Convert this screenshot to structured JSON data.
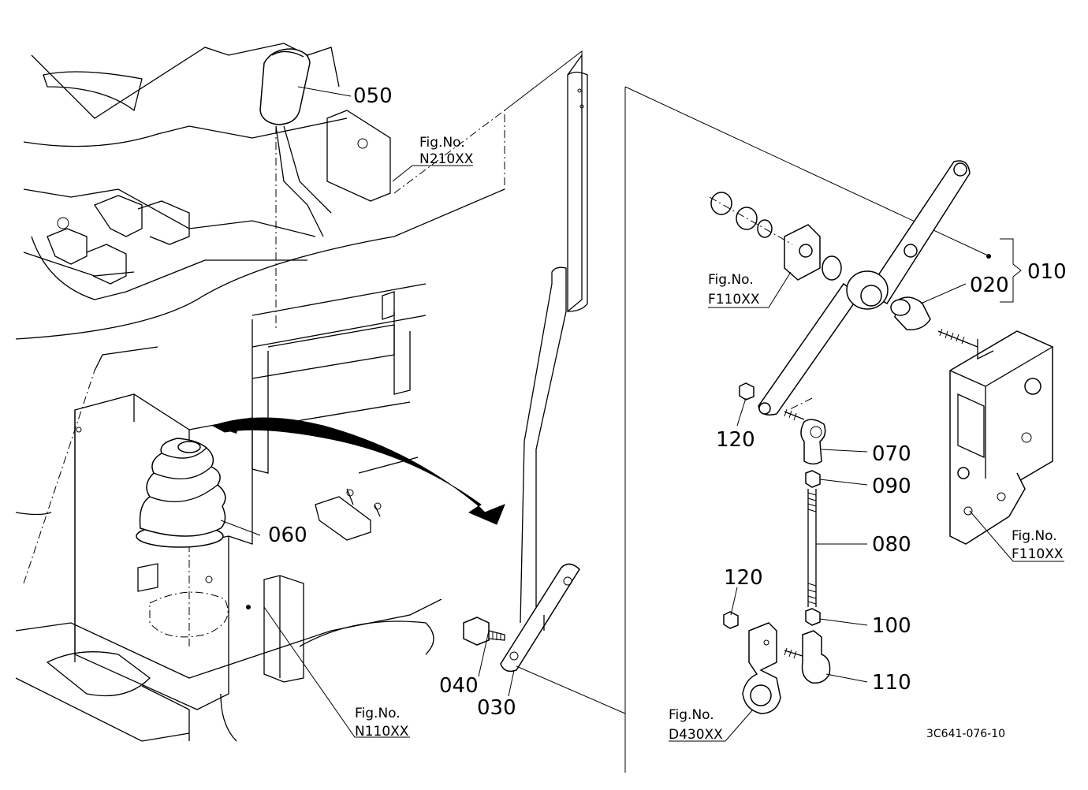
{
  "labels": {
    "p010": "010",
    "p020": "020",
    "p030": "030",
    "p040": "040",
    "p050": "050",
    "p060": "060",
    "p070": "070",
    "p080": "080",
    "p090": "090",
    "p100": "100",
    "p110": "110",
    "p120a": "120",
    "p120b": "120"
  },
  "figure_refs": {
    "n210": {
      "top": "Fig.No.",
      "bottom": "N210XX"
    },
    "n110": {
      "top": "Fig.No.",
      "bottom": "N110XX"
    },
    "f110_upper": {
      "top": "Fig.No.",
      "bottom": "F110XX"
    },
    "f110_lower": {
      "top": "Fig.No.",
      "bottom": "F110XX"
    },
    "d430": {
      "top": "Fig.No.",
      "bottom": "D430XX"
    }
  },
  "drawing_code": "3C641-076-10"
}
